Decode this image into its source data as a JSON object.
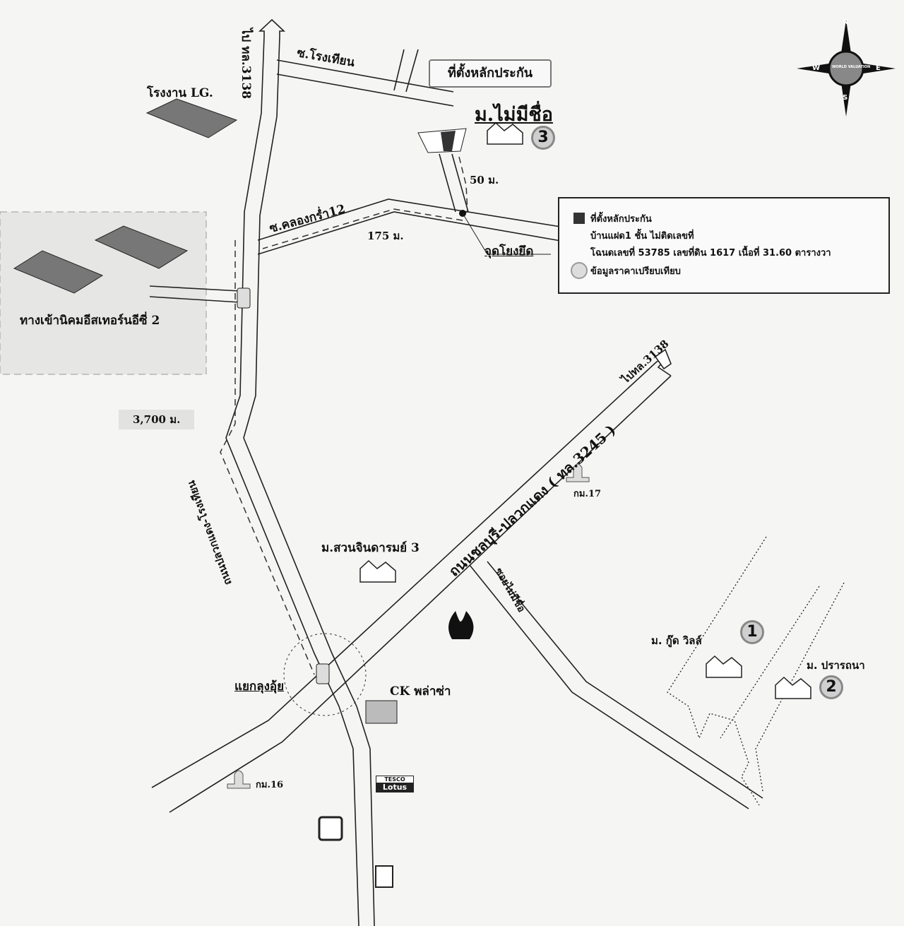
{
  "title": "ที่ตั้งหลักประกัน",
  "subject": {
    "village": "ม.ไม่มีชื่อ",
    "pin": "3"
  },
  "roads": {
    "north_road_to": "ไป ทล.3138",
    "soi_rongtian": "ซ.โรงเทียน",
    "soi_khlong": "ซ.คลองกร่ำ12",
    "main_road": "ถนนชลบุรี-ปลวกแดง ( ทล.3245 )",
    "main_road_to": "ไปทล.3138",
    "side_road": "ถนนปลวกแดง-โรงเทียน",
    "soi_unnamed": "ซอยไม่มีชื่อ"
  },
  "distances": {
    "d50": "50 ม.",
    "d175": "175 ม.",
    "d3700": "3,700 ม."
  },
  "landmarks": {
    "lg_factory": "โรงงาน LG.",
    "estate_entrance": "ทางเข้านิคมอีสเทอร์นอีซี่ 2",
    "reference_point": "จุดโยงยึด",
    "km17": "กม.17",
    "km16": "กม.16",
    "suan_chindaram": "ม.สวนจินดารมย์ 3",
    "junction": "แยกลุงอุ้ย",
    "ck_plaza": "CK พล่าซ่า",
    "tesco_top": "TESCO",
    "tesco_bottom": "Lotus"
  },
  "comparables": [
    {
      "name": "ม. กู๊ด วิลล์",
      "pin": "1"
    },
    {
      "name": "ม. ปรารถนา",
      "pin": "2"
    }
  ],
  "compass": {
    "n": "N",
    "s": "S",
    "e": "E",
    "w": "W",
    "ring": "WORLD VALUATION"
  },
  "legend": {
    "collateral": "ที่ตั้งหลักประกัน",
    "house": "บ้านแฝด1 ชั้น ไม่ติดเลขที่",
    "deed": "โฉนดเลขที่ 53785 เลขที่ดิน 1617 เนื้อที่ 31.60 ตารางวา",
    "comparable": "ข้อมูลราคาเปรียบเทียบ"
  }
}
